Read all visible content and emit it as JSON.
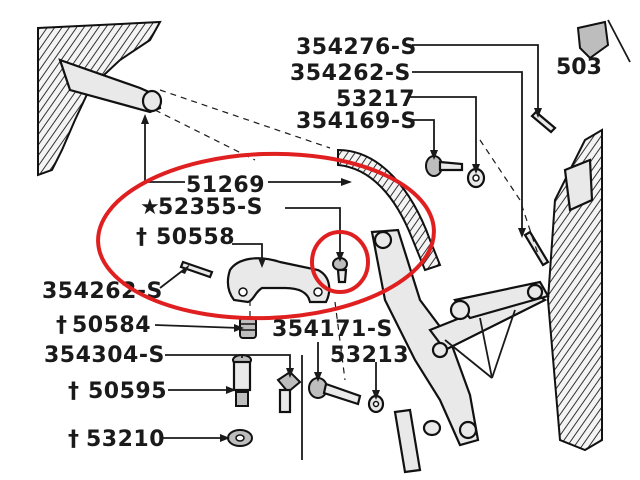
{
  "labels": {
    "p354276": "354276-S",
    "p354262_top": "354262-S",
    "p53217": "53217",
    "p354169": "354169-S",
    "p51269": "51269",
    "p52355": "52355-S",
    "p52355_mark": "★",
    "p50558": "50558",
    "p50558_mark": "†",
    "p354262_left": "354262-S",
    "p50584": "50584",
    "p50584_mark": "†",
    "p354171": "354171-S",
    "p354304": "354304-S",
    "p53213": "53213",
    "p50595": "50595",
    "p50595_mark": "†",
    "p53210": "53210",
    "p53210_mark": "†",
    "p503_partial": "503"
  },
  "colors": {
    "ink": "#1a1a1a",
    "highlight": "#e02020",
    "background": "#ffffff"
  }
}
